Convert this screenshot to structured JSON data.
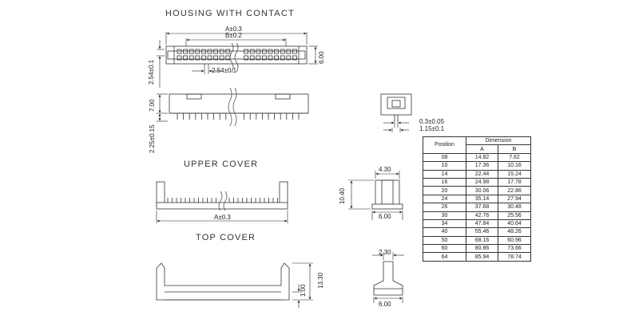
{
  "titles": {
    "housing": "HOUSING WITH CONTACT",
    "upper": "UPPER COVER",
    "top": "TOP COVER"
  },
  "dims": {
    "a_tol": "A±0.3",
    "b_tol": "B±0.2",
    "pitch": "2.54±0.1",
    "pitch_v": "2.54±0.1",
    "height_side": "6.00",
    "height_front": "7.00",
    "tail": "2.25±0.15",
    "pin_thick": "0.3±0.05",
    "pin_width": "1.15±0.1",
    "upper_a": "A±0.3",
    "w_430": "4.30",
    "h_1040": "10.40",
    "w_600_mid": "6.00",
    "w_230": "2.30",
    "h_1330": "13.30",
    "h_100": "1.00",
    "w_600_bot": "6.00"
  },
  "table": {
    "position_header": "Position",
    "dimension_header": "Dimension",
    "col_a": "A",
    "col_b": "B",
    "rows": [
      [
        "08",
        "14.82",
        "7.62"
      ],
      [
        "10",
        "17.36",
        "10.16"
      ],
      [
        "14",
        "22.44",
        "15.24"
      ],
      [
        "16",
        "24.98",
        "17.78"
      ],
      [
        "20",
        "30.06",
        "22.86"
      ],
      [
        "24",
        "35.14",
        "27.94"
      ],
      [
        "26",
        "37.68",
        "30.48"
      ],
      [
        "30",
        "42.76",
        "25.56"
      ],
      [
        "34",
        "47.84",
        "40.64"
      ],
      [
        "40",
        "55.46",
        "48.26"
      ],
      [
        "50",
        "68.16",
        "60.96"
      ],
      [
        "60",
        "80.86",
        "73.66"
      ],
      [
        "64",
        "85.94",
        "78.74"
      ]
    ]
  }
}
